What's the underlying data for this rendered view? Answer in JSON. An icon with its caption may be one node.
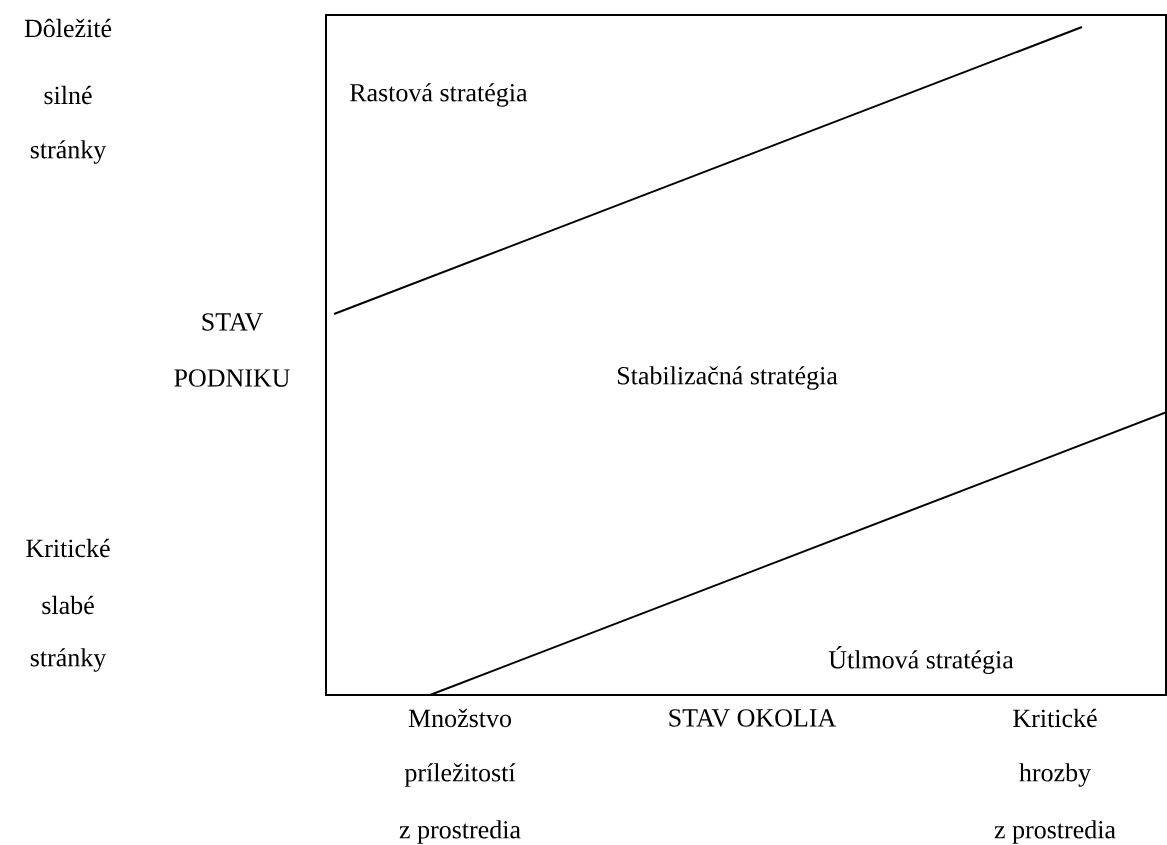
{
  "diagram": {
    "labels": [
      "Dôležité",
      "silné",
      "stránky",
      "Rastová stratégia",
      "STAV",
      "PODNIKU",
      "Stabilizačná stratégia",
      "Kritické",
      "slabé",
      "stránky",
      "Útlmová stratégia",
      "Množstvo",
      "STAV OKOLIA",
      "Kritické",
      "príležitostí",
      "hrozby",
      "z prostredia",
      "z prostredia"
    ]
  }
}
